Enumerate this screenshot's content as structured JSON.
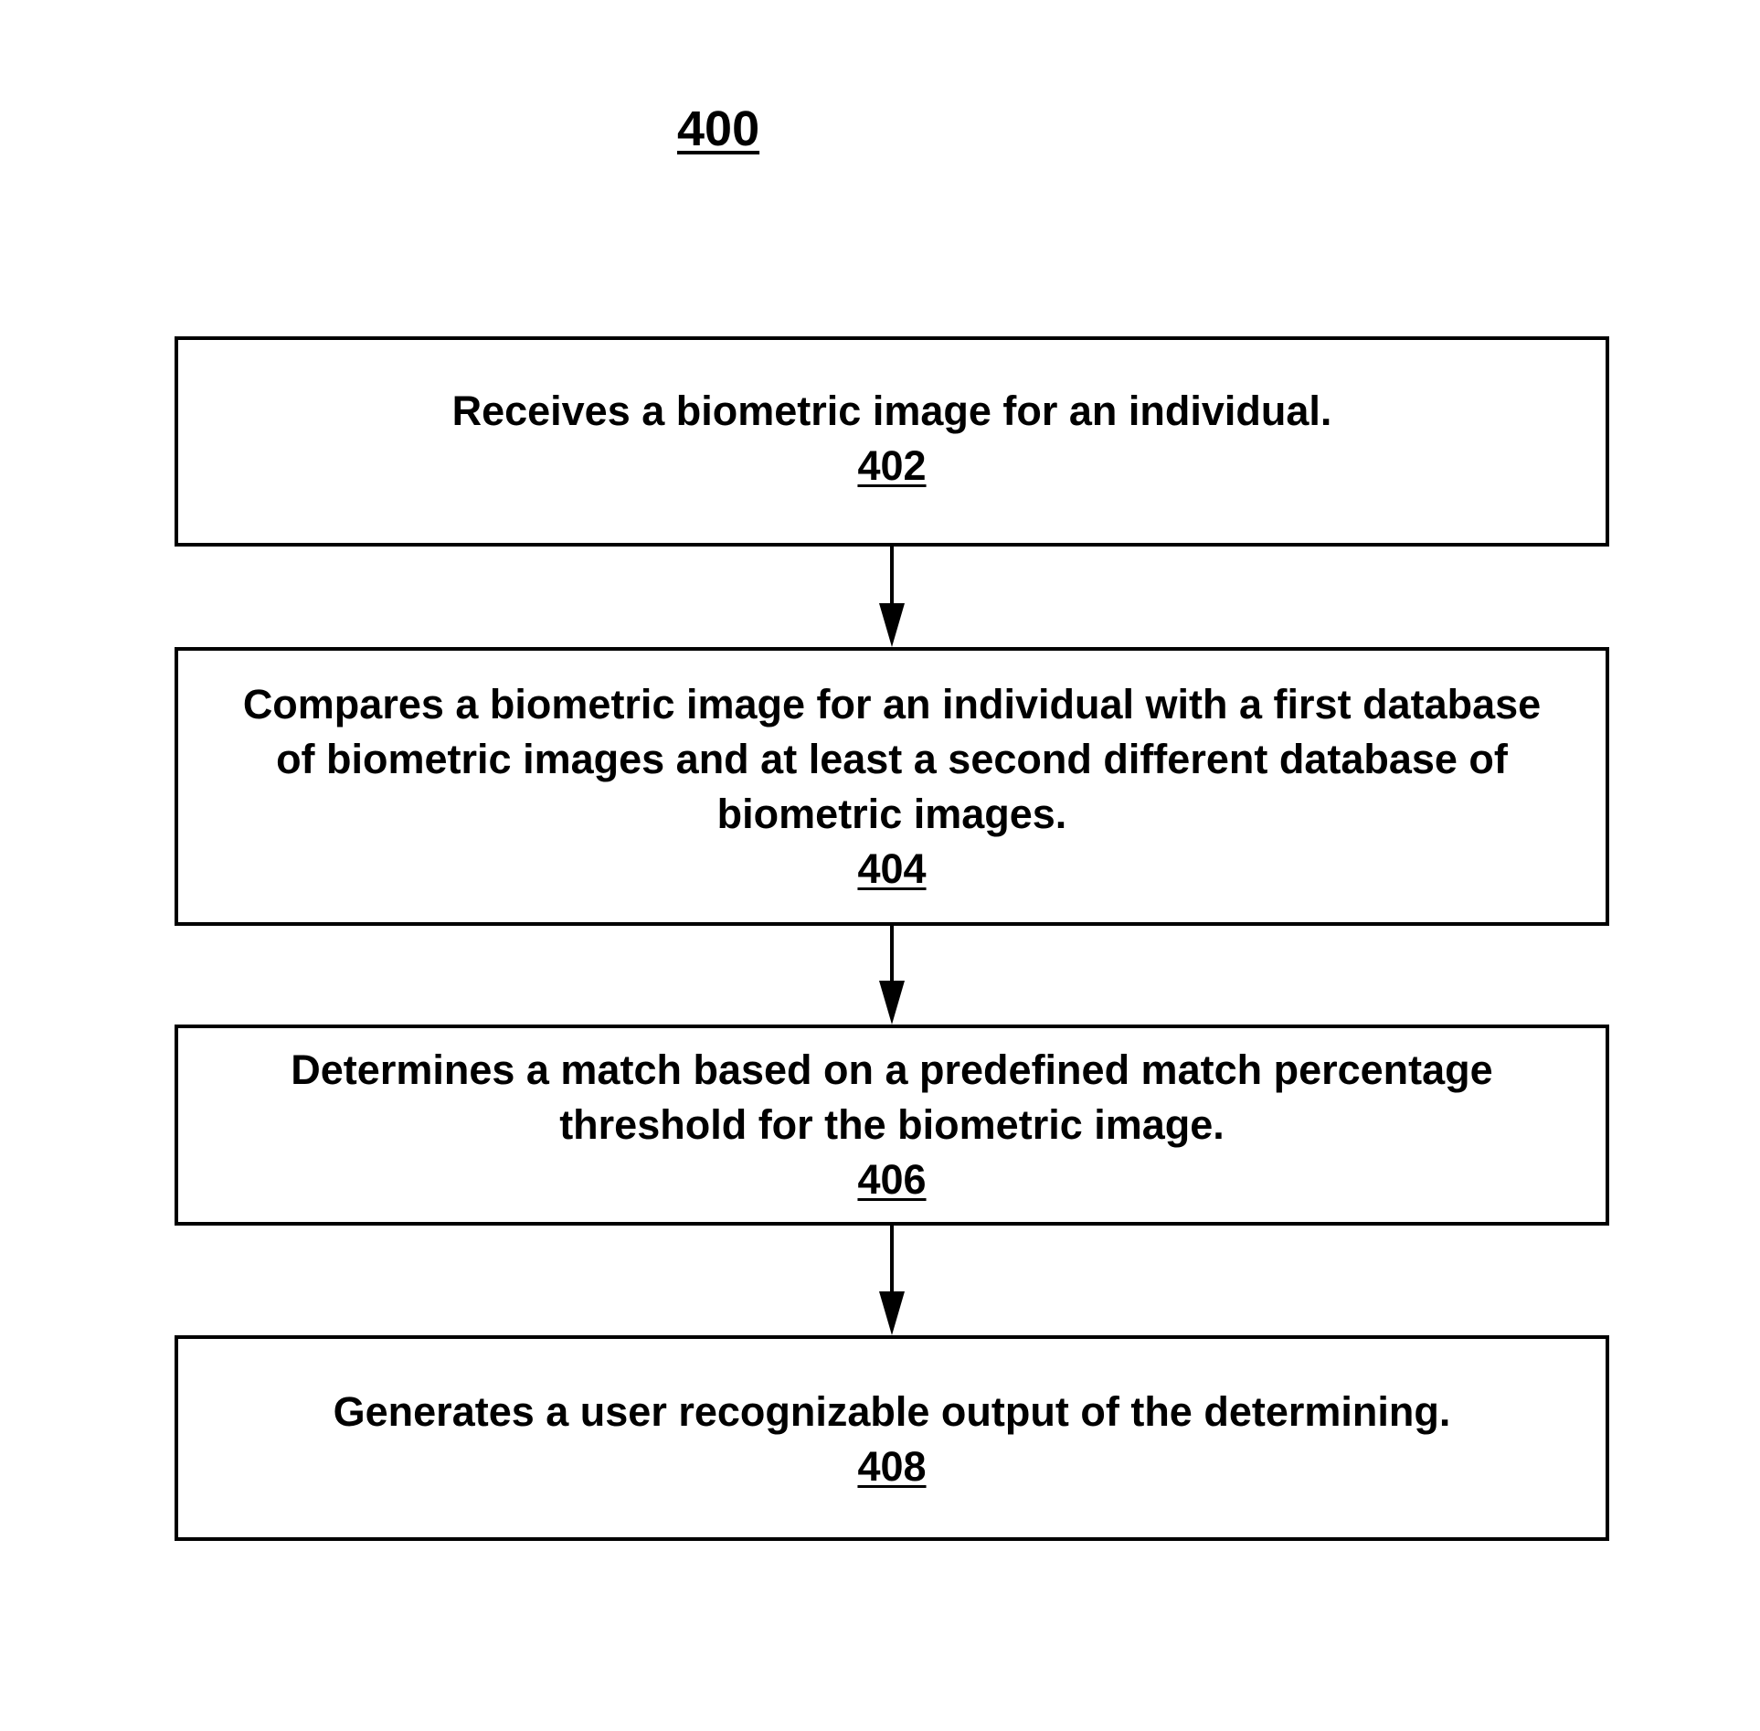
{
  "figure": {
    "number": "400"
  },
  "steps": [
    {
      "text": "Receives a biometric image for an individual.",
      "ref": "402"
    },
    {
      "text": "Compares a biometric image for an individual with a first database of biometric images and at least a second different database of biometric images.",
      "ref": "404"
    },
    {
      "text": "Determines a match based on a predefined match percentage threshold for the biometric image.",
      "ref": "406"
    },
    {
      "text": "Generates a user recognizable output of the determining.",
      "ref": "408"
    }
  ],
  "style": {
    "line_color": "#000000",
    "background": "#ffffff"
  }
}
